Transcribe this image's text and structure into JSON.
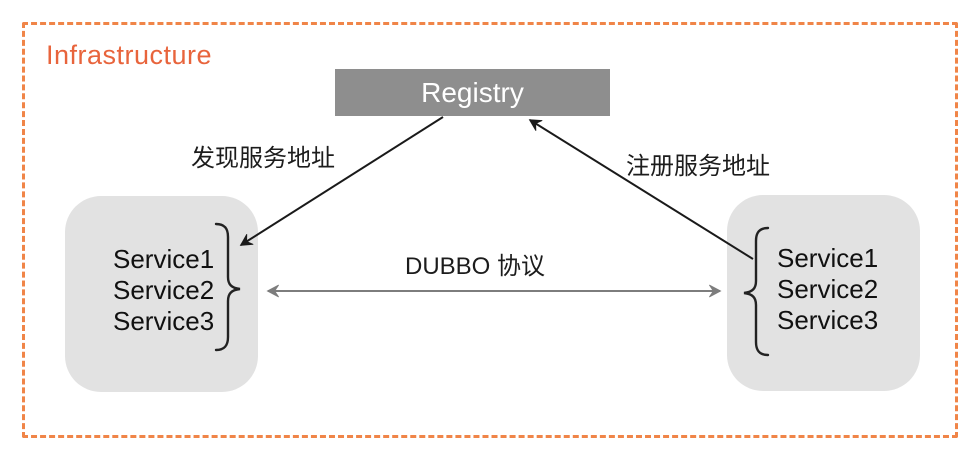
{
  "frame": {
    "title": "Infrastructure"
  },
  "registry": {
    "label": "Registry"
  },
  "left_node": {
    "services": [
      "Service1",
      "Service2",
      "Service3"
    ]
  },
  "right_node": {
    "services": [
      "Service1",
      "Service2",
      "Service3"
    ]
  },
  "edges": {
    "discover_label": "发现服务地址",
    "register_label": "注册服务地址",
    "protocol_label": "DUBBO 协议"
  },
  "colors": {
    "accent_orange_text": "#E8643C",
    "border_orange_dash": "#F08548",
    "registry_fill": "#8E8E8E",
    "service_box_fill": "#E2E2E2",
    "arrow_black": "#1a1a1a",
    "arrow_gray": "#7d7d7d"
  }
}
